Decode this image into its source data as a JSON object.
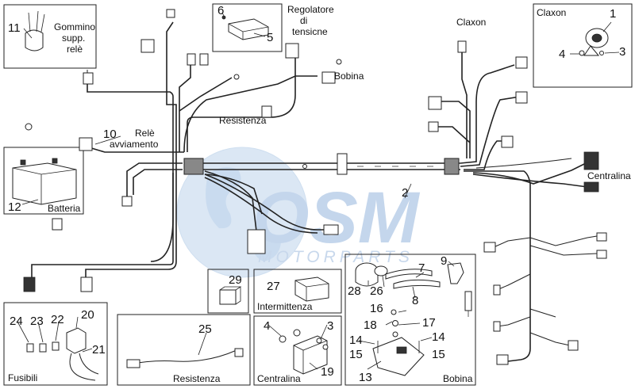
{
  "watermark": {
    "logo_letters": "OSM",
    "brand_text": "MOTORPARTS",
    "colors": {
      "globe": "#dbe7f4",
      "letters": "#c4d6ec",
      "text": "#c8d8ec"
    }
  },
  "labels": {
    "gommino": [
      "Gommino",
      "supp.",
      "relè"
    ],
    "regolatore": [
      "Regolatore",
      "di",
      "tensicne"
    ],
    "claxon_top": "Claxon",
    "claxon_box": "Claxon",
    "bobina_top": "Bobina",
    "resistenza_top": "Resistenza",
    "rele_avviamento": [
      "Relè",
      "avviamento"
    ],
    "batteria": "Batteria",
    "centralina_right": "Centralina",
    "intermittenza": "Intermittenza",
    "resistenza_box": "Resistenza",
    "centralina_box": "Centralina",
    "bobina_box": "Bobina",
    "fusibili": "Fusibili"
  },
  "part_numbers": {
    "n1": "1",
    "n2": "2",
    "n3a": "3",
    "n3b": "3",
    "n4a": "4",
    "n4b": "4",
    "n5": "5",
    "n6": "6",
    "n7": "7",
    "n8": "8",
    "n9": "9",
    "n10": "10",
    "n11": "11",
    "n12": "12",
    "n13": "13",
    "n14a": "14",
    "n14b": "14",
    "n15a": "15",
    "n15b": "15",
    "n16": "16",
    "n17": "17",
    "n18": "18",
    "n19": "19",
    "n20": "20",
    "n21": "21",
    "n22": "22",
    "n23": "23",
    "n24": "24",
    "n25": "25",
    "n26": "26",
    "n27": "27",
    "n28": "28",
    "n29": "29"
  }
}
